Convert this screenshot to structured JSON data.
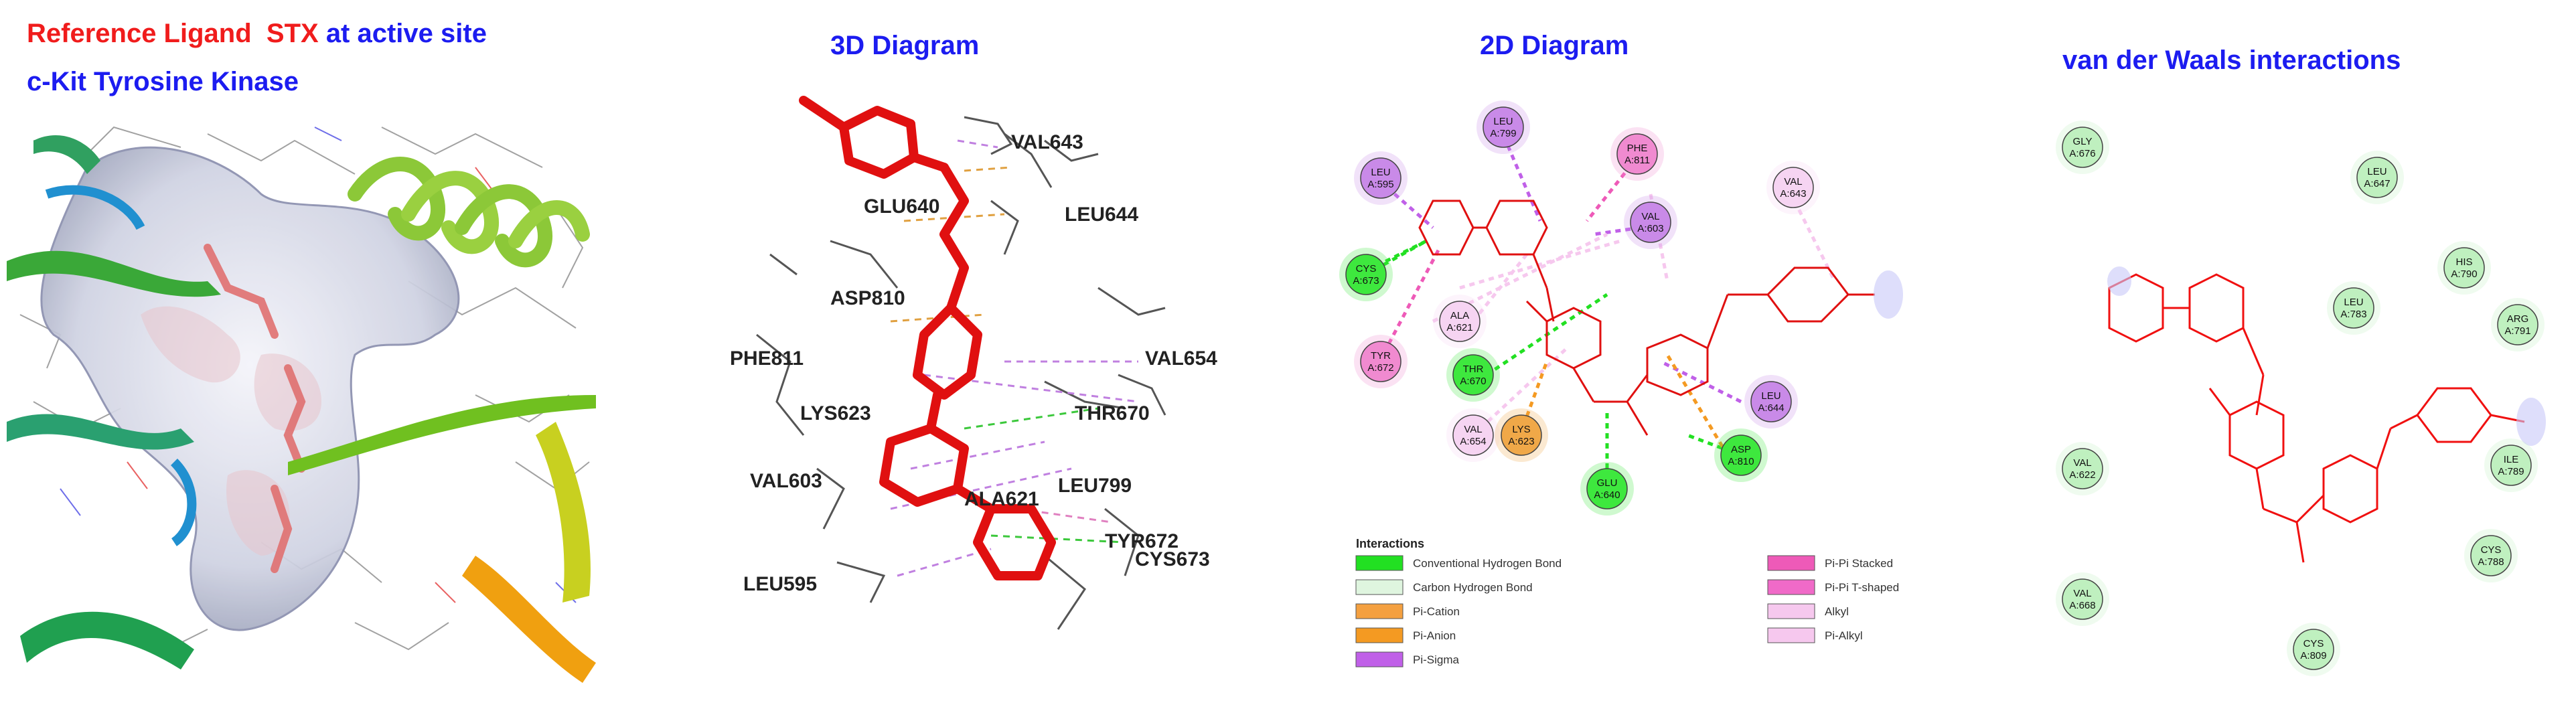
{
  "panel1": {
    "title_part1": "Reference Ligand",
    "title_part2": "STX",
    "title_part3": "at active site",
    "title_line2": "c-Kit Tyrosine Kinase",
    "colors": {
      "red": "#f01c1c",
      "blue": "#1c1cf0"
    }
  },
  "panel2": {
    "title": "3D Diagram",
    "residues": [
      "VAL643",
      "GLU640",
      "LEU644",
      "ASP810",
      "PHE811",
      "VAL654",
      "LYS623",
      "THR670",
      "VAL603",
      "LEU799",
      "ALA621",
      "TYR672",
      "CYS673",
      "LEU595"
    ]
  },
  "panel3": {
    "title": "2D Diagram",
    "residues": [
      {
        "name": "LEU",
        "num": "A:799",
        "color": "#c98ae8"
      },
      {
        "name": "PHE",
        "num": "A:811",
        "color": "#f08ad0"
      },
      {
        "name": "LEU",
        "num": "A:595",
        "color": "#c98ae8"
      },
      {
        "name": "VAL",
        "num": "A:643",
        "color": "#f6d4f2"
      },
      {
        "name": "VAL",
        "num": "A:603",
        "color": "#c98ae8"
      },
      {
        "name": "CYS",
        "num": "A:673",
        "color": "#3ee83e"
      },
      {
        "name": "ALA",
        "num": "A:621",
        "color": "#f6d4f2"
      },
      {
        "name": "TYR",
        "num": "A:672",
        "color": "#f08ad0"
      },
      {
        "name": "THR",
        "num": "A:670",
        "color": "#3ee83e"
      },
      {
        "name": "VAL",
        "num": "A:654",
        "color": "#f6d4f2"
      },
      {
        "name": "LYS",
        "num": "A:623",
        "color": "#f0a848"
      },
      {
        "name": "LEU",
        "num": "A:644",
        "color": "#c98ae8"
      },
      {
        "name": "ASP",
        "num": "A:810",
        "color": "#3ee83e"
      },
      {
        "name": "GLU",
        "num": "A:640",
        "color": "#3ee83e"
      }
    ],
    "legend_title": "Interactions",
    "legend": [
      {
        "label": "Conventional Hydrogen Bond",
        "color": "#22e022"
      },
      {
        "label": "Carbon Hydrogen Bond",
        "color": "#dff5df"
      },
      {
        "label": "Pi-Cation",
        "color": "#f4a040"
      },
      {
        "label": "Pi-Anion",
        "color": "#f49a22"
      },
      {
        "label": "Pi-Sigma",
        "color": "#c060e8"
      },
      {
        "label": "Pi-Pi Stacked",
        "color": "#ee5ab8"
      },
      {
        "label": "Pi-Pi T-shaped",
        "color": "#f06ac8"
      },
      {
        "label": "Alkyl",
        "color": "#f6c8ee"
      },
      {
        "label": "Pi-Alkyl",
        "color": "#f6c8ee"
      }
    ]
  },
  "panel4": {
    "title": "van der Waals interactions",
    "residues": [
      {
        "name": "GLY",
        "num": "A:676"
      },
      {
        "name": "LEU",
        "num": "A:647"
      },
      {
        "name": "HIS",
        "num": "A:790"
      },
      {
        "name": "LEU",
        "num": "A:783"
      },
      {
        "name": "ARG",
        "num": "A:791"
      },
      {
        "name": "VAL",
        "num": "A:622"
      },
      {
        "name": "ILE",
        "num": "A:789"
      },
      {
        "name": "CYS",
        "num": "A:788"
      },
      {
        "name": "VAL",
        "num": "A:668"
      },
      {
        "name": "CYS",
        "num": "A:809"
      }
    ],
    "node_color": "#bff0bf"
  }
}
